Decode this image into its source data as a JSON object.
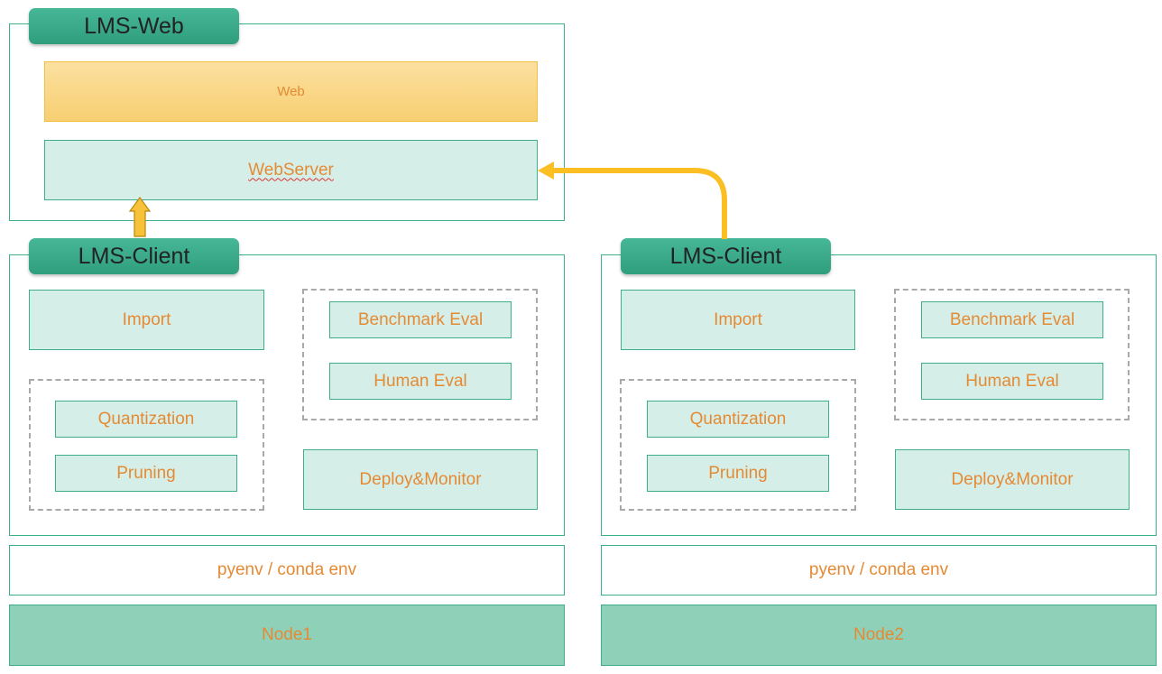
{
  "web": {
    "title": "LMS-Web",
    "web_box": "Web",
    "webserver_box": "WebServer"
  },
  "clients": [
    {
      "title": "LMS-Client",
      "import": "Import",
      "benchmark_eval": "Benchmark Eval",
      "human_eval": "Human Eval",
      "quantization": "Quantization",
      "pruning": "Pruning",
      "deploy_monitor": "Deploy&Monitor",
      "env": "pyenv / conda env",
      "node": "Node1"
    },
    {
      "title": "LMS-Client",
      "import": "Import",
      "benchmark_eval": "Benchmark Eval",
      "human_eval": "Human Eval",
      "quantization": "Quantization",
      "pruning": "Pruning",
      "deploy_monitor": "Deploy&Monitor",
      "env": "pyenv / conda env",
      "node": "Node2"
    }
  ],
  "colors": {
    "frame_border": "#3fae8c",
    "title_tab": "#3aa887",
    "box_fill": "#d5efe8",
    "label_text": "#e58a34",
    "web_fill": "#f8cf72",
    "node_fill": "#8fd0b9",
    "arrow": "#fbbf24"
  }
}
